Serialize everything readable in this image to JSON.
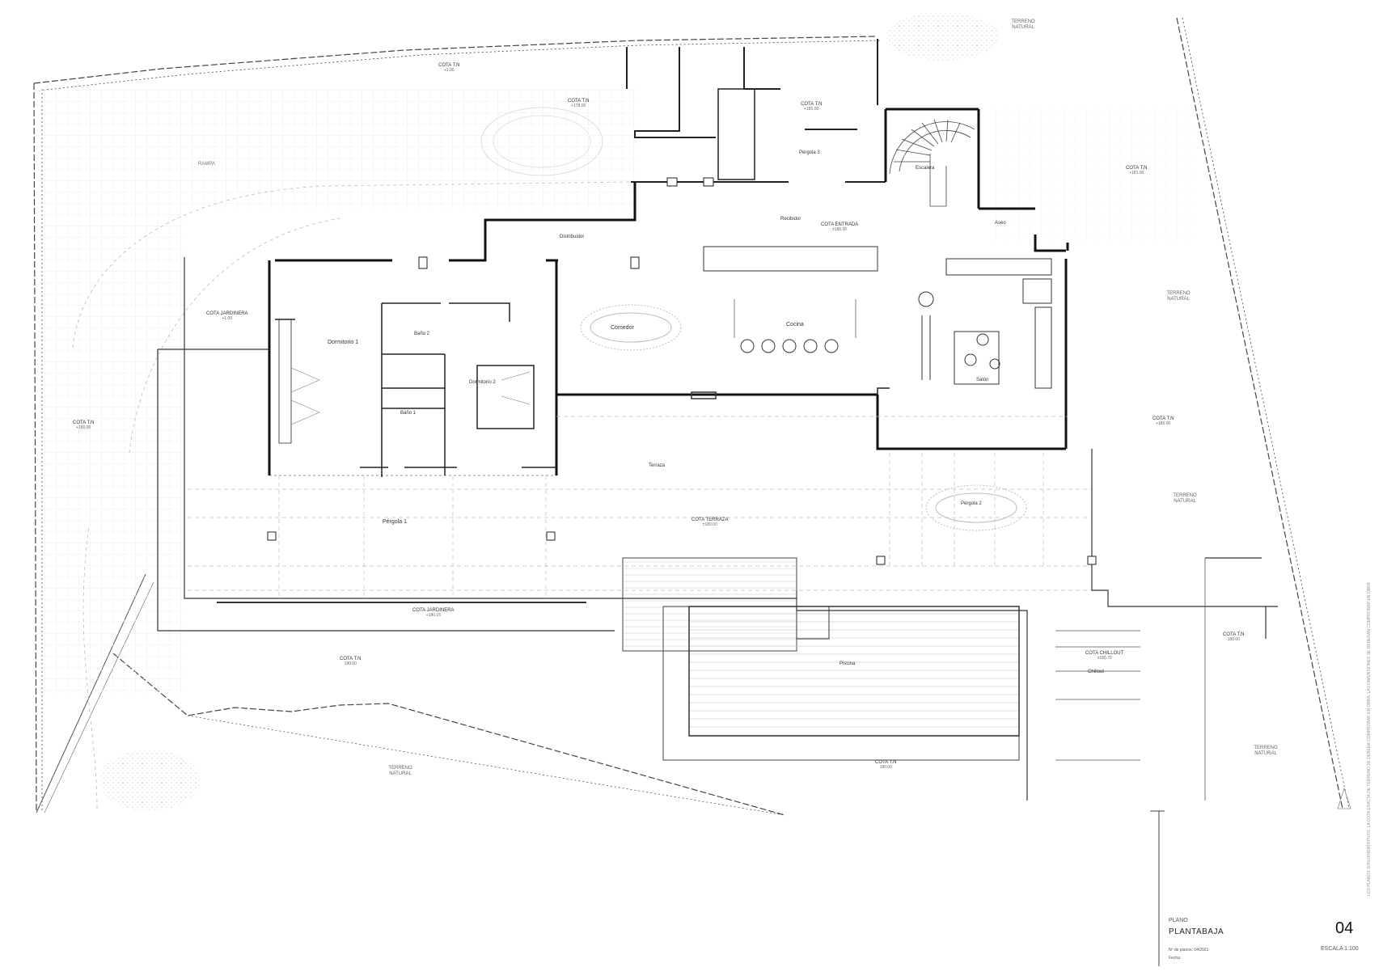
{
  "drawing": {
    "sheet_title_label": "PLANO",
    "sheet_name": "PLANTABAJA",
    "sheet_number": "04",
    "scale_label": "ESCALA 1:100",
    "notes_line_1": "Nº de planos: 04/2021",
    "notes_line_2": "Fecha:",
    "side_note_1": "LOS PLANOS SON ORIENTATIVOS. LA COTA EXACTA DE TERRENO SE DEBERA COMPROBAR EN OBRA.",
    "side_note_2": "LAS DIMENSIONES SE DEBERAN COMPROBAR EN OBRA"
  },
  "rooms": {
    "dormitorio1": "Dormitorio 1",
    "dormitorio2": "Dormitorio 2",
    "bano1": "Baño 1",
    "bano2": "Baño 2",
    "comedor": "Comedor",
    "cocina": "Cocina",
    "salon": "Salón",
    "distribuidor": "Distribuidor",
    "recibidor": "Recibidor",
    "escalera": "Escalera",
    "aseo": "Aseo",
    "terraza": "Terraza",
    "pergola1": "Pérgola 1",
    "pergola2": "Pérgola 2",
    "pergola3": "Pérgola 3",
    "piscina": "Piscina",
    "chillout": "Chillout",
    "rampa": "RAMPA"
  },
  "levels": {
    "cota_tn_top_left": {
      "label": "COTA T.N",
      "value": "+1.00"
    },
    "cota_tn_parking": {
      "label": "COTA T.N",
      "value": "+178.00"
    },
    "cota_tn_pergola3": {
      "label": "COTA T.N",
      "value": "+180.00"
    },
    "cota_tn_right_top": {
      "label": "COTA T.N",
      "value": "+181.00"
    },
    "cota_jardinera_left": {
      "label": "COTA JARDINERA",
      "value": "+1.00"
    },
    "cota_tn_left": {
      "label": "COTA T.N",
      "value": "+180.00"
    },
    "cota_entrada": {
      "label": "COTA ENTRADA",
      "value": "±180.00"
    },
    "cota_terraza": {
      "label": "COTA TERRAZA",
      "value": "±180.00"
    },
    "cota_jardinera_bottom": {
      "label": "COTA JARDINERA",
      "value": "+180.15"
    },
    "cota_tn_bottom_left": {
      "label": "COTA T.N",
      "value": "180.00"
    },
    "cota_tn_right_mid": {
      "label": "COTA T.N",
      "value": "+180.00"
    },
    "cota_chillout": {
      "label": "COTA CHILLOUT",
      "value": "±180.70"
    },
    "cota_tn_right_low": {
      "label": "COTA T.N",
      "value": "180.00"
    },
    "cota_tn_pool": {
      "label": "COTA T.N",
      "value": "180.00"
    }
  },
  "terrain": {
    "t1": "TERRENO NATURAL",
    "t2": "TERRENO NATURAL",
    "t3": "TERRENO NATURAL",
    "t4": "TERRENO NATURAL",
    "t5": "TERRENO NATURAL"
  }
}
